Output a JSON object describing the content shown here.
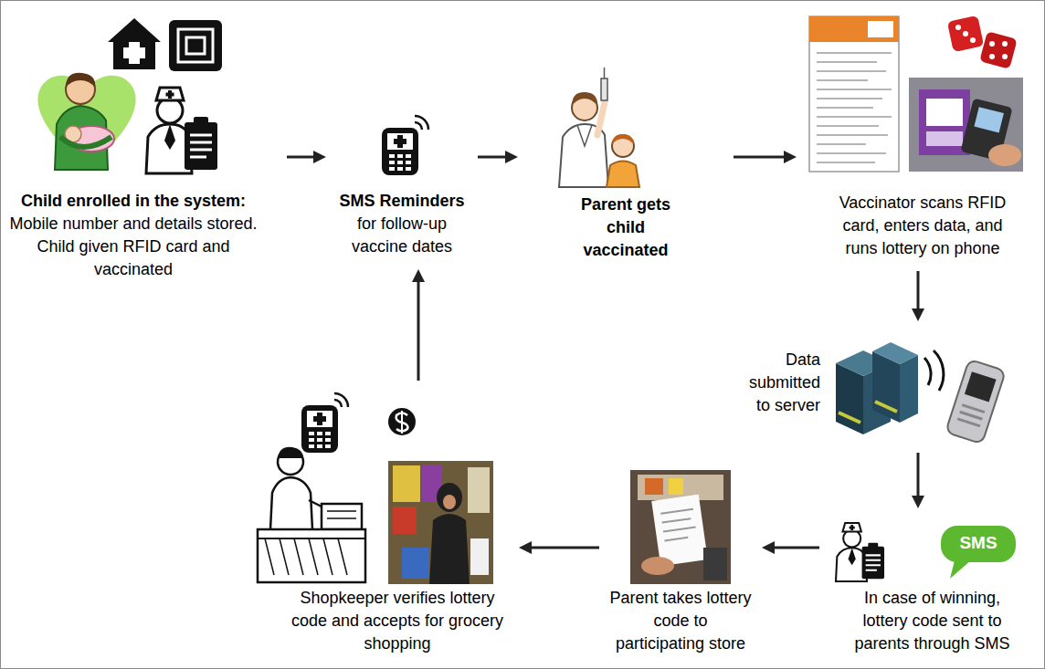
{
  "diagram": {
    "nodes": [
      {
        "text": [
          "Child enrolled in the system:",
          "Mobile number and details stored. Child given RFID card and vaccinated"
        ]
      },
      {
        "text": [
          "SMS Reminders",
          "for follow-up vaccine dates"
        ]
      },
      {
        "text": [
          "Parent gets child vaccinated"
        ]
      },
      {
        "text": [
          "Vaccinator scans RFID card, enters data, and runs lottery on phone"
        ]
      },
      {
        "text": [
          "Data submitted to server"
        ]
      },
      {
        "text": [
          "In case of winning, lottery code sent to parents through SMS"
        ]
      },
      {
        "text": [
          "Parent takes lottery code to participating store"
        ]
      },
      {
        "text": [
          "Shopkeeper verifies lottery code and accepts for grocery shopping"
        ]
      }
    ],
    "edges": [
      {
        "from": 0,
        "to": 1,
        "arrow": "to"
      },
      {
        "from": 1,
        "to": 2,
        "arrow": "to"
      },
      {
        "from": 2,
        "to": 3,
        "arrow": "to"
      },
      {
        "from": 3,
        "to": 4,
        "arrow": "to"
      },
      {
        "from": 4,
        "to": 5,
        "arrow": "to"
      },
      {
        "from": 5,
        "to": 6,
        "arrow": "to"
      },
      {
        "from": 6,
        "to": 7,
        "arrow": "to"
      },
      {
        "from": 7,
        "to": 1,
        "arrow": "to"
      }
    ],
    "labels": [
      "SMS"
    ]
  }
}
